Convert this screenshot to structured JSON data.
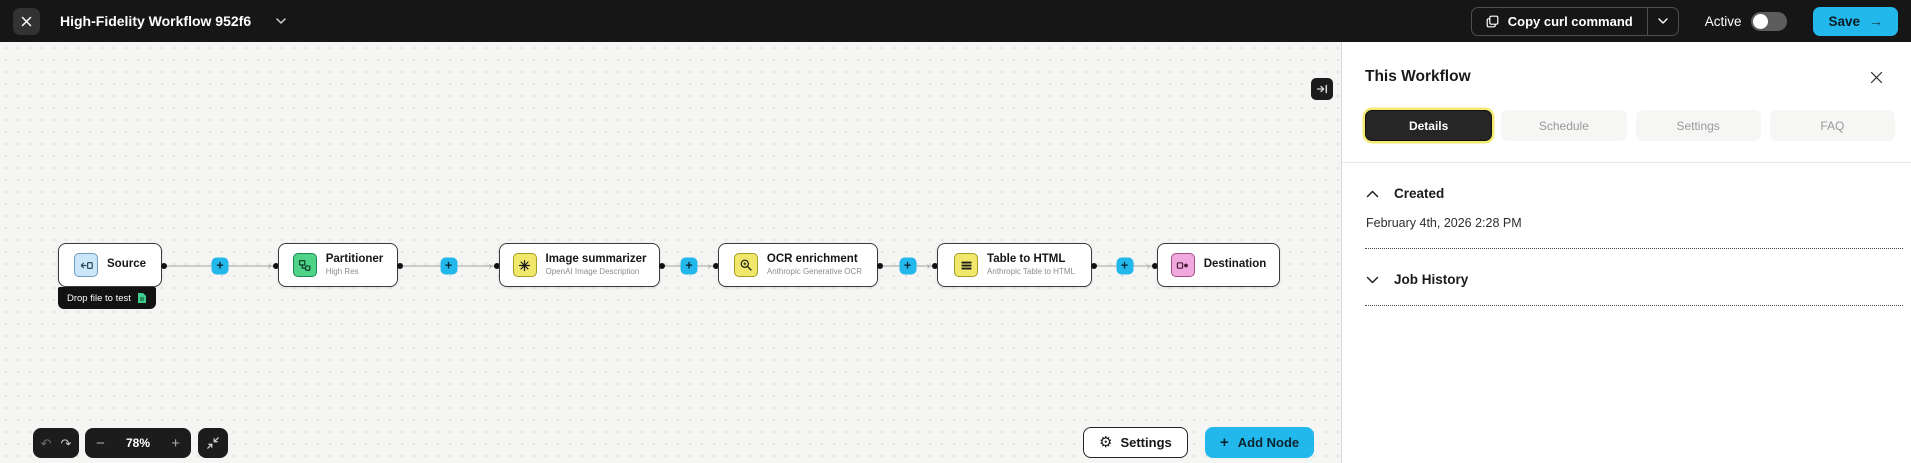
{
  "topbar": {
    "title": "High-Fidelity Workflow 952f6",
    "copy_curl_label": "Copy curl command",
    "active_label": "Active",
    "save_label": "Save",
    "active_state": "off"
  },
  "canvas": {
    "zoom_level": "78%",
    "drop_file_tooltip": "Drop file to test",
    "settings_label": "Settings",
    "add_node_label": "Add Node",
    "nodes": [
      {
        "title": "Source"
      },
      {
        "title": "Partitioner",
        "subtitle": "High Res"
      },
      {
        "title": "Image summarizer",
        "subtitle": "OpenAI Image Description"
      },
      {
        "title": "OCR enrichment",
        "subtitle": "Anthropic Generative OCR"
      },
      {
        "title": "Table to HTML",
        "subtitle": "Anthropic Table to HTML"
      },
      {
        "title": "Destination"
      }
    ]
  },
  "panel": {
    "title": "This Workflow",
    "tabs": [
      {
        "label": "Details",
        "active": true
      },
      {
        "label": "Schedule",
        "active": false
      },
      {
        "label": "Settings",
        "active": false
      },
      {
        "label": "FAQ",
        "active": false
      }
    ],
    "created_label": "Created",
    "created_value": "February 4th, 2026 2:28 PM",
    "job_history_label": "Job History"
  },
  "icons": {
    "minus": "−",
    "plus": "+",
    "undo": "↶",
    "redo": "↷",
    "arrow_right": "→",
    "gear": "⚙",
    "connector_arrow": "›"
  },
  "colors": {
    "accent_cyan": "#22b8eb",
    "topbar_bg": "#161616",
    "tab_ring_yellow": "#f2ea72",
    "source_icon_bg": "#cbe6f8",
    "partitioner_icon_bg": "#4fd389",
    "enrichment_icon_bg": "#f1e76b",
    "destination_icon_bg": "#efa9de",
    "tooltip_file_green": "#3ecf8e"
  }
}
